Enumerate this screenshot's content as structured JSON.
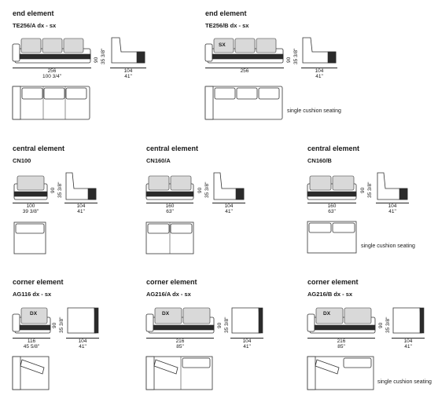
{
  "blocks": [
    {
      "title": "end element",
      "code": "TE256/A  dx - sx",
      "width": "256",
      "width_in": "100 3/4\"",
      "height": "90",
      "height_in": "35 3/8\"",
      "depth": "104",
      "depth_in": "41\"",
      "note": "",
      "tag": ""
    },
    {
      "title": "end element",
      "code": "TE256/B  dx - sx",
      "width": "256",
      "width_in": "",
      "height": "90",
      "height_in": "35 3/8\"",
      "depth": "104",
      "depth_in": "41\"",
      "note": "single cushion seating",
      "tag": "SX"
    },
    {
      "title": "central element",
      "code": "CN100",
      "width": "100",
      "width_in": "39 3/8\"",
      "height": "90",
      "height_in": "35 3/8\"",
      "depth": "104",
      "depth_in": "41\"",
      "note": "",
      "tag": ""
    },
    {
      "title": "central element",
      "code": "CN160/A",
      "width": "160",
      "width_in": "63\"",
      "height": "90",
      "height_in": "35 3/8\"",
      "depth": "104",
      "depth_in": "41\"",
      "note": "",
      "tag": ""
    },
    {
      "title": "central element",
      "code": "CN160/B",
      "width": "160",
      "width_in": "63\"",
      "height": "90",
      "height_in": "35 3/8\"",
      "depth": "104",
      "depth_in": "41\"",
      "note": "single cushion seating",
      "tag": ""
    },
    {
      "title": "corner element",
      "code": "AG116  dx - sx",
      "width": "116",
      "width_in": "45 5/8\"",
      "height": "90",
      "height_in": "35 3/8\"",
      "depth": "104",
      "depth_in": "41\"",
      "note": "",
      "tag": "DX"
    },
    {
      "title": "corner element",
      "code": "AG216/A  dx - sx",
      "width": "216",
      "width_in": "85\"",
      "height": "90",
      "height_in": "35 3/8\"",
      "depth": "104",
      "depth_in": "41\"",
      "note": "",
      "tag": "DX"
    },
    {
      "title": "corner element",
      "code": "AG216/B  dx - sx",
      "width": "216",
      "width_in": "85\"",
      "height": "90",
      "height_in": "35 3/8\"",
      "depth": "104",
      "depth_in": "41\"",
      "note": "single cushion seating",
      "tag": "DX"
    }
  ]
}
